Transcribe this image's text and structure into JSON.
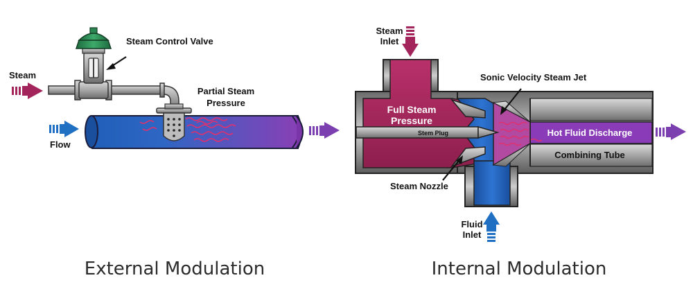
{
  "external": {
    "caption": "External Modulation",
    "labels": {
      "valve": "Steam Control Valve",
      "steam": "Steam",
      "partial_1": "Partial Steam",
      "partial_2": "Pressure",
      "flow": "Flow"
    }
  },
  "internal": {
    "caption": "Internal Modulation",
    "labels": {
      "steam_inlet_1": "Steam",
      "steam_inlet_2": "Inlet",
      "sonic": "Sonic Velocity Steam Jet",
      "full_1": "Full Steam",
      "full_2": "Pressure",
      "stem_plug": "Stem Plug",
      "hot": "Hot Fluid Discharge",
      "combining": "Combining Tube",
      "nozzle": "Steam Nozzle",
      "fluid_1": "Fluid",
      "fluid_2": "Inlet"
    }
  },
  "colors": {
    "steam": "#a3245a",
    "water": "#1f5fb8",
    "mixed": "#7b3fb0",
    "metal": "#8c8c8c",
    "valve_green": "#2e8b57"
  }
}
